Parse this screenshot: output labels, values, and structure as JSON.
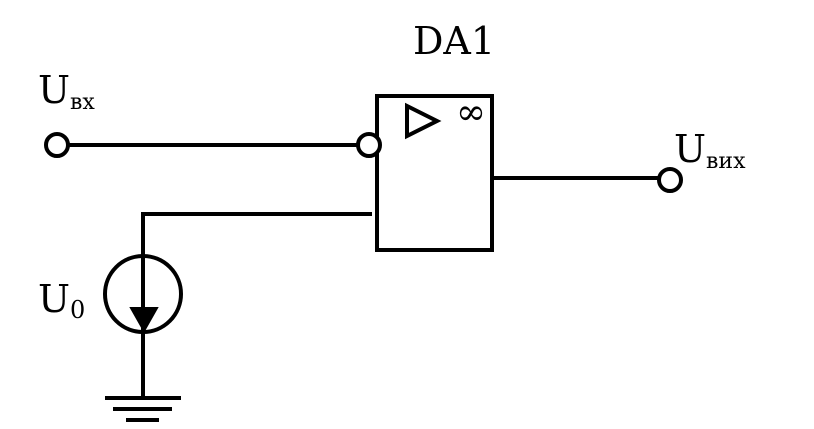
{
  "diagram": {
    "component_label": "DA1",
    "amplifier_symbol": "∞",
    "input_label": {
      "main": "U",
      "sub": "вх"
    },
    "output_label": {
      "main": "U",
      "sub": "вих"
    },
    "source_label": {
      "main": "U",
      "sub": "0"
    }
  },
  "icons": {
    "amplifier_triangle": "triangle-icon",
    "source": "current-source-icon",
    "ground": "ground-icon"
  },
  "colors": {
    "stroke": "#000000",
    "background": "#ffffff"
  }
}
